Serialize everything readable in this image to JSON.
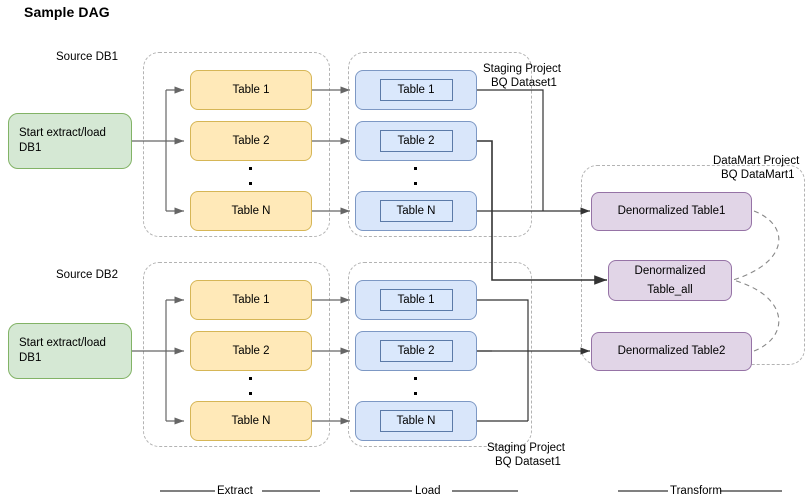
{
  "diagram": {
    "title": "Sample DAG",
    "type": "dag-flow",
    "groups": [
      {
        "id": "extract-db1",
        "label": "Source DB1",
        "label_pos": "above-left"
      },
      {
        "id": "load-db1",
        "label": "Staging Project\nBQ Dataset1",
        "label_pos": "above-right"
      },
      {
        "id": "extract-db2",
        "label": "Source DB2",
        "label_pos": "above-left"
      },
      {
        "id": "load-db2",
        "label": "Staging Project\nBQ Dataset1",
        "label_pos": "below-right"
      },
      {
        "id": "transform",
        "label": "DataMart Project\nBQ DataMart1",
        "label_pos": "above-right"
      }
    ],
    "labels": {
      "source_db1": "Source DB1",
      "source_db2": "Source DB2",
      "staging_top_line1": "Staging Project",
      "staging_top_line2": "BQ Dataset1",
      "staging_bottom_line1": "Staging Project",
      "staging_bottom_line2": "BQ Dataset1",
      "datamart_line1": "DataMart Project",
      "datamart_line2": "BQ DataMart1"
    },
    "start_nodes": [
      {
        "id": "start-db1",
        "line1": "Start extract/load",
        "line2": "DB1",
        "color": "#d5e8d4"
      },
      {
        "id": "start-db2",
        "line1": "Start extract/load",
        "line2": "DB1",
        "color": "#d5e8d4"
      }
    ],
    "extract_tables_db1": [
      "Table 1",
      "Table 2",
      "Table N"
    ],
    "extract_tables_db2": [
      "Table 1",
      "Table 2",
      "Table N"
    ],
    "load_tables_db1": [
      "Table 1",
      "Table 2",
      "Table N"
    ],
    "load_tables_db2": [
      "Table 1",
      "Table 2",
      "Table N"
    ],
    "transform_nodes": [
      {
        "id": "denorm-1",
        "text": "Denormalized Table1"
      },
      {
        "id": "denorm-all",
        "line1": "Denormalized",
        "line2": "Table_all"
      },
      {
        "id": "denorm-2",
        "text": "Denormalized Table2"
      }
    ],
    "phases": [
      {
        "id": "phase-extract",
        "label": "Extract"
      },
      {
        "id": "phase-load",
        "label": "Load"
      },
      {
        "id": "phase-transform",
        "label": "Transform"
      }
    ],
    "colors": {
      "green_fill": "#d5e8d4",
      "green_stroke": "#82b366",
      "yellow_fill": "#ffe9b8",
      "yellow_stroke": "#d6b656",
      "blue_fill": "#d9e6fa",
      "blue_stroke": "#7d98c4",
      "purple_fill": "#e1d5e7",
      "purple_stroke": "#9673a6",
      "group_dashed": "#b3b3b3",
      "connector": "#666666",
      "connector_dark": "#333333"
    }
  }
}
